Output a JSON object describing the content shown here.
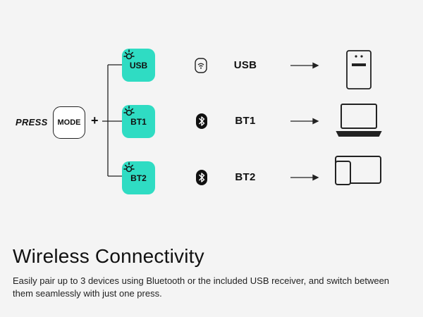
{
  "press_label": "PRESS",
  "mode_button_label": "MODE",
  "plus_sign": "+",
  "channels": [
    {
      "key_label": "USB",
      "connection_label": "USB",
      "connection_icon": "usb-receiver-icon",
      "device": "usb-receiver-device-icon"
    },
    {
      "key_label": "BT1",
      "connection_label": "BT1",
      "connection_icon": "bluetooth-icon",
      "device": "laptop-icon"
    },
    {
      "key_label": "BT2",
      "connection_label": "BT2",
      "connection_icon": "bluetooth-icon",
      "device": "tablet-phone-icon"
    }
  ],
  "heading": "Wireless Connectivity",
  "description": "Easily pair up to 3 devices using Bluetooth or the included USB receiver, and switch between them seamlessly with just one press.",
  "colors": {
    "accent": "#2fdcc3",
    "background": "#f4f4f4",
    "ink": "#111111"
  }
}
